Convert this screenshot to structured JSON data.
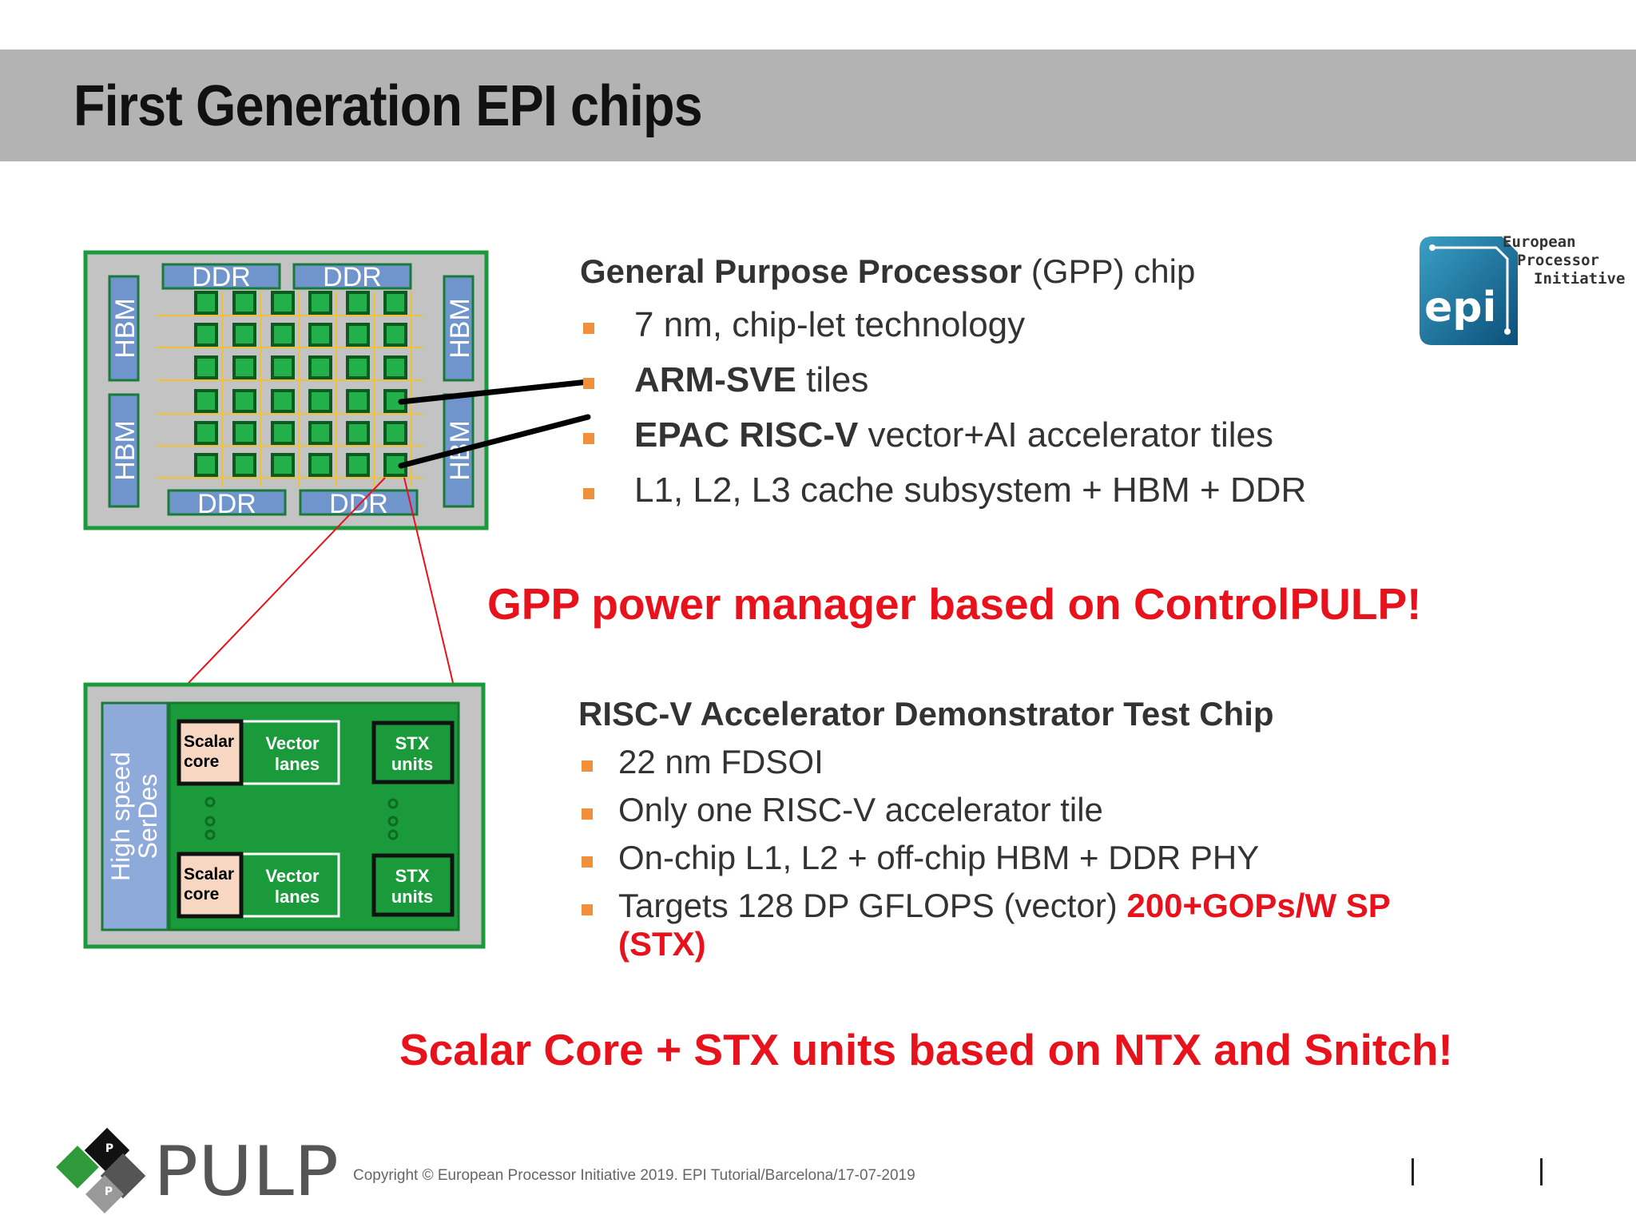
{
  "title": "First Generation EPI chips",
  "gpp_diagram": {
    "ddr_label": "DDR",
    "hbm_label": "HBM"
  },
  "accel_diagram": {
    "serdes_line1": "High speed",
    "serdes_line2": "SerDes",
    "scalar_line1": "Scalar",
    "scalar_line2": "core",
    "vector_line1": "Vector",
    "vector_line2": "lanes",
    "stx_line1": "STX",
    "stx_line2": "units"
  },
  "gpp": {
    "heading_bold": "General Purpose Processor",
    "heading_rest": " (GPP) chip",
    "bullets": [
      {
        "bold": "",
        "text": "7 nm, chip-let technology"
      },
      {
        "bold": "ARM-SVE",
        "text": " tiles"
      },
      {
        "bold": "EPAC RISC-V",
        "text": " vector+AI accelerator tiles"
      },
      {
        "bold": "",
        "text": "L1, L2, L3 cache subsystem + HBM + DDR"
      }
    ]
  },
  "callout1": "GPP power manager based on ControlPULP!",
  "accel": {
    "heading": "RISC-V Accelerator Demonstrator Test Chip",
    "bullets": [
      "22 nm FDSOI",
      "Only one RISC-V accelerator tile",
      "On-chip L1, L2 + off-chip HBM + DDR PHY",
      "Targets 128 DP GFLOPS (vector) "
    ],
    "targets_red_1": "200+GOPs/W SP",
    "targets_red_2": "(STX)"
  },
  "callout2": "Scalar Core + STX units based on NTX and Snitch!",
  "epi_logo": {
    "mark": "epi",
    "line1": "European",
    "line2": "Processor",
    "line3": "Initiative"
  },
  "footer": {
    "pulp_text": "PULP",
    "copyright": "Copyright © European Processor Initiative 2019.  EPI Tutorial/Barcelona/17-07-2019"
  },
  "colors": {
    "title_bar": "#b3b3b3",
    "chip_green": "#1a9a3a",
    "memory_blue": "#6f95cc",
    "accent_red": "#e8121c",
    "bullet_orange": "#f0903a"
  }
}
